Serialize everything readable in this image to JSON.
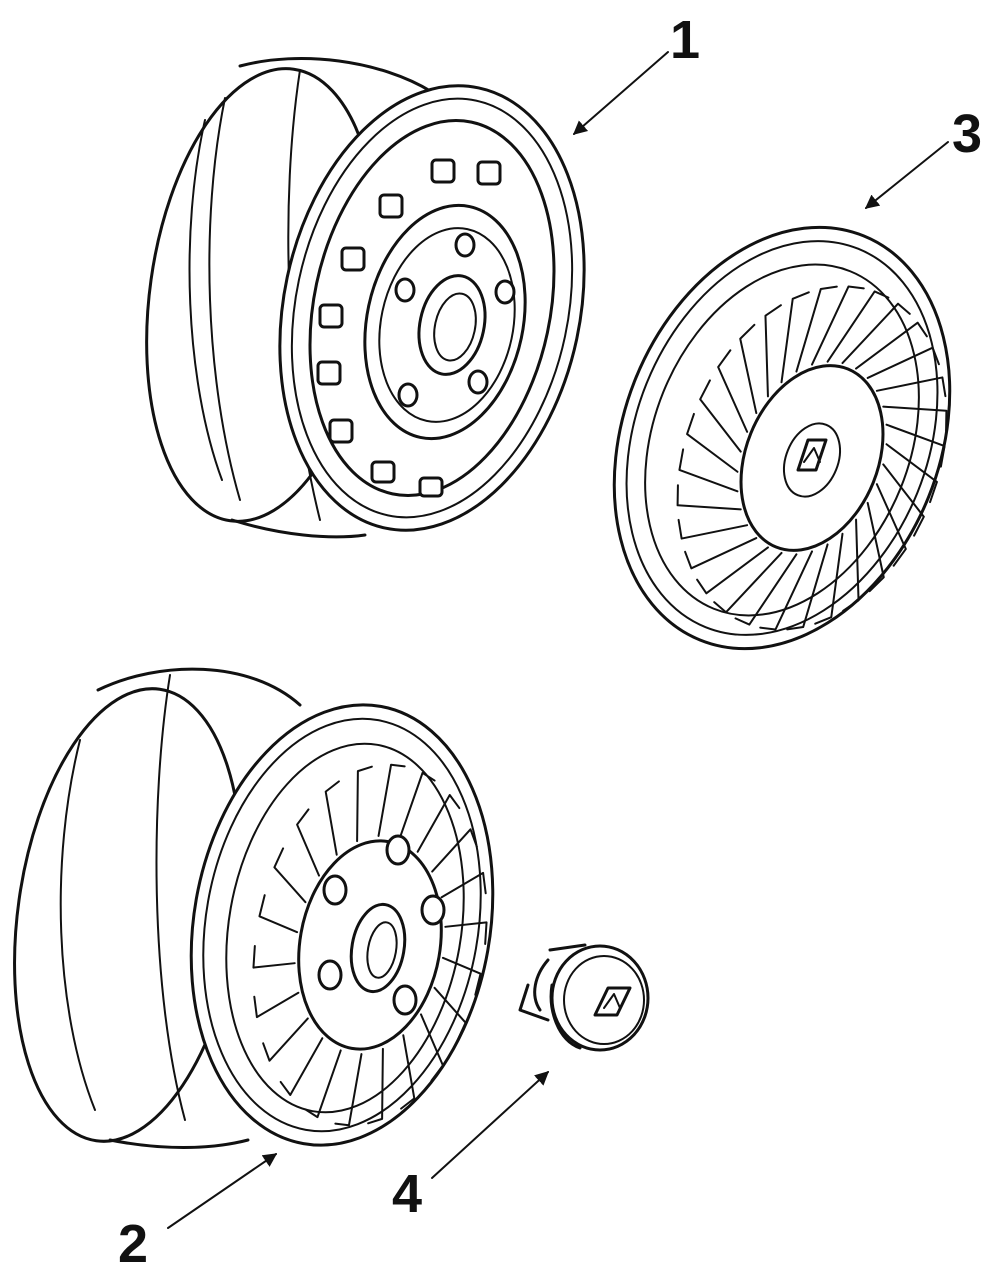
{
  "callouts": [
    {
      "id": "1",
      "label": "1"
    },
    {
      "id": "2",
      "label": "2"
    },
    {
      "id": "3",
      "label": "3"
    },
    {
      "id": "4",
      "label": "4"
    }
  ],
  "colors": {
    "line": "#111111",
    "background": "#ffffff"
  },
  "icons": [
    "steel-wheel-icon",
    "alloy-wheel-icon",
    "wheel-cover-icon",
    "center-cap-icon",
    "brand-emblem-icon"
  ]
}
